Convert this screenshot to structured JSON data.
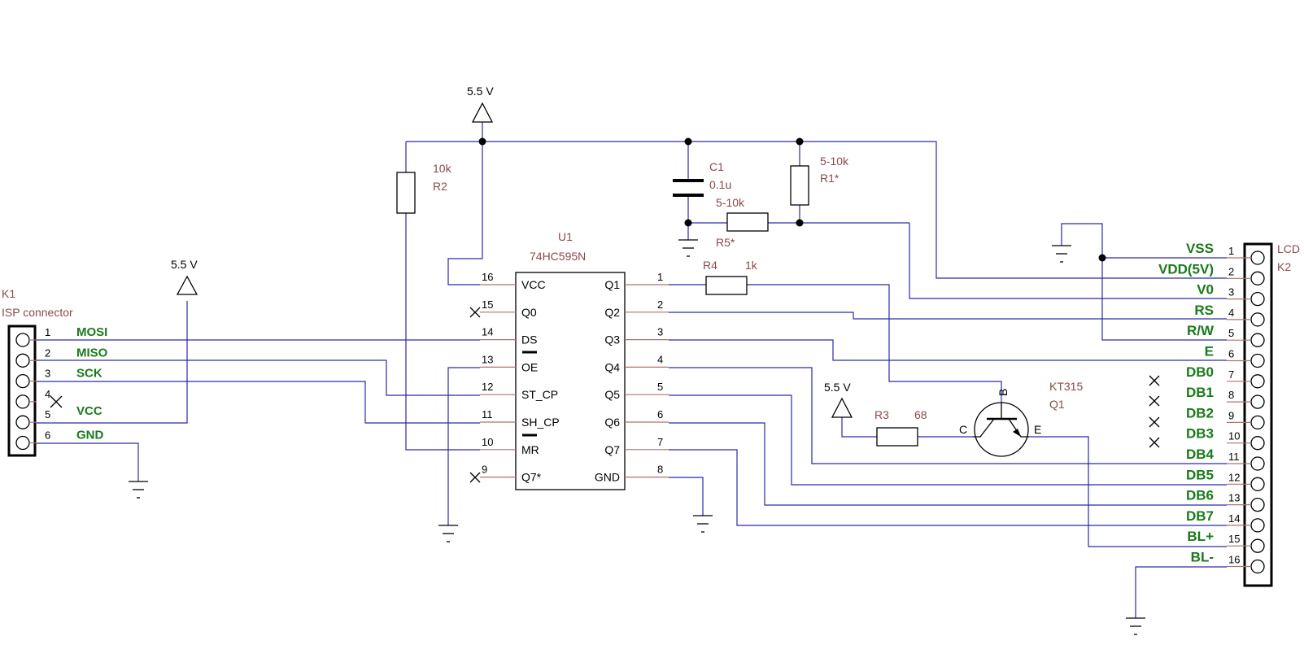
{
  "power": {
    "label": "5.5 V"
  },
  "k1": {
    "ref": "K1",
    "name": "ISP connector",
    "pins": [
      {
        "num": "1",
        "sig": "MOSI"
      },
      {
        "num": "2",
        "sig": "MISO"
      },
      {
        "num": "3",
        "sig": "SCK"
      },
      {
        "num": "4",
        "sig": ""
      },
      {
        "num": "5",
        "sig": "VCC"
      },
      {
        "num": "6",
        "sig": "GND"
      }
    ]
  },
  "r2": {
    "ref": "R2",
    "value": "10k"
  },
  "u1": {
    "ref": "U1",
    "part": "74HC595N",
    "left": [
      {
        "num": "16",
        "name": "VCC"
      },
      {
        "num": "15",
        "name": "Q0"
      },
      {
        "num": "14",
        "name": "DS"
      },
      {
        "num": "13",
        "name": "OE"
      },
      {
        "num": "12",
        "name": "ST_CP"
      },
      {
        "num": "11",
        "name": "SH_CP"
      },
      {
        "num": "10",
        "name": "MR"
      },
      {
        "num": "9",
        "name": "Q7*"
      }
    ],
    "right": [
      {
        "num": "1",
        "name": "Q1"
      },
      {
        "num": "2",
        "name": "Q2"
      },
      {
        "num": "3",
        "name": "Q3"
      },
      {
        "num": "4",
        "name": "Q4"
      },
      {
        "num": "5",
        "name": "Q5"
      },
      {
        "num": "6",
        "name": "Q6"
      },
      {
        "num": "7",
        "name": "Q7"
      },
      {
        "num": "8",
        "name": "GND"
      }
    ]
  },
  "c1": {
    "ref": "C1",
    "value": "0.1u"
  },
  "r1": {
    "ref": "R1*",
    "value": "5-10k"
  },
  "r5": {
    "ref": "R5*",
    "value": "5-10k"
  },
  "r4": {
    "ref": "R4",
    "value": "1k"
  },
  "r3": {
    "ref": "R3",
    "value": "68"
  },
  "q1": {
    "ref": "Q1",
    "part": "KT315",
    "b": "B",
    "c": "C",
    "e": "E"
  },
  "k2": {
    "ref": "K2",
    "name": "LCD",
    "pins": [
      {
        "num": "1",
        "sig": "VSS"
      },
      {
        "num": "2",
        "sig": "VDD(5V)"
      },
      {
        "num": "3",
        "sig": "V0"
      },
      {
        "num": "4",
        "sig": "RS"
      },
      {
        "num": "5",
        "sig": "R/W"
      },
      {
        "num": "6",
        "sig": "E"
      },
      {
        "num": "7",
        "sig": "DB0"
      },
      {
        "num": "8",
        "sig": "DB1"
      },
      {
        "num": "9",
        "sig": "DB2"
      },
      {
        "num": "10",
        "sig": "DB3"
      },
      {
        "num": "11",
        "sig": "DB4"
      },
      {
        "num": "12",
        "sig": "DB5"
      },
      {
        "num": "13",
        "sig": "DB6"
      },
      {
        "num": "14",
        "sig": "DB7"
      },
      {
        "num": "15",
        "sig": "BL+"
      },
      {
        "num": "16",
        "sig": "BL-"
      }
    ]
  }
}
